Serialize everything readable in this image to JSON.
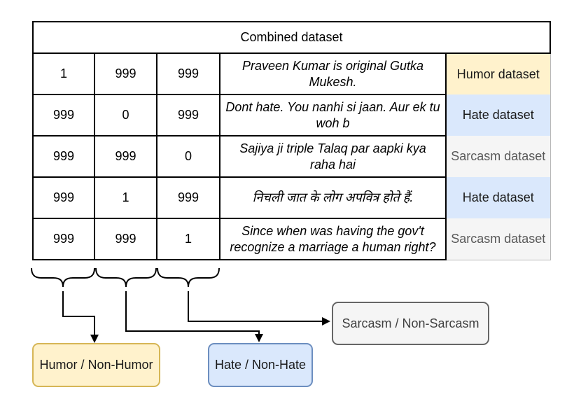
{
  "table": {
    "header": "Combined dataset",
    "rows": [
      {
        "c1": "1",
        "c2": "999",
        "c3": "999",
        "text": "Praveen Kumar is original Gutka Mukesh.",
        "label": "Humor dataset",
        "type": "humor"
      },
      {
        "c1": "999",
        "c2": "0",
        "c3": "999",
        "text": "Dont hate. You nanhi si jaan. Aur ek tu woh b",
        "label": "Hate dataset",
        "type": "hate"
      },
      {
        "c1": "999",
        "c2": "999",
        "c3": "0",
        "text": "Sajiya ji triple Talaq par aapki kya raha hai",
        "label": "Sarcasm dataset",
        "type": "sarcasm"
      },
      {
        "c1": "999",
        "c2": "1",
        "c3": "999",
        "text": "निचली जात के लोग अपवित्र होते हैं.",
        "label": "Hate dataset",
        "type": "hate"
      },
      {
        "c1": "999",
        "c2": "999",
        "c3": "1",
        "text": "Since when was having the gov't recognize a marriage a human right?",
        "label": "Sarcasm dataset",
        "type": "sarcasm"
      }
    ]
  },
  "outputs": {
    "humor_label": "Humor / Non-Humor",
    "hate_label": "Hate / Non-Hate",
    "sarcasm_label": "Sarcasm / Non-Sarcasm"
  },
  "colors": {
    "humor_fill": "#FFF2CC",
    "humor_stroke": "#D6B656",
    "hate_fill": "#DAE8FC",
    "hate_stroke": "#6C8EBF",
    "sarcasm_fill": "#F5F5F5",
    "sarcasm_stroke": "#666666",
    "connector": "#000000"
  }
}
